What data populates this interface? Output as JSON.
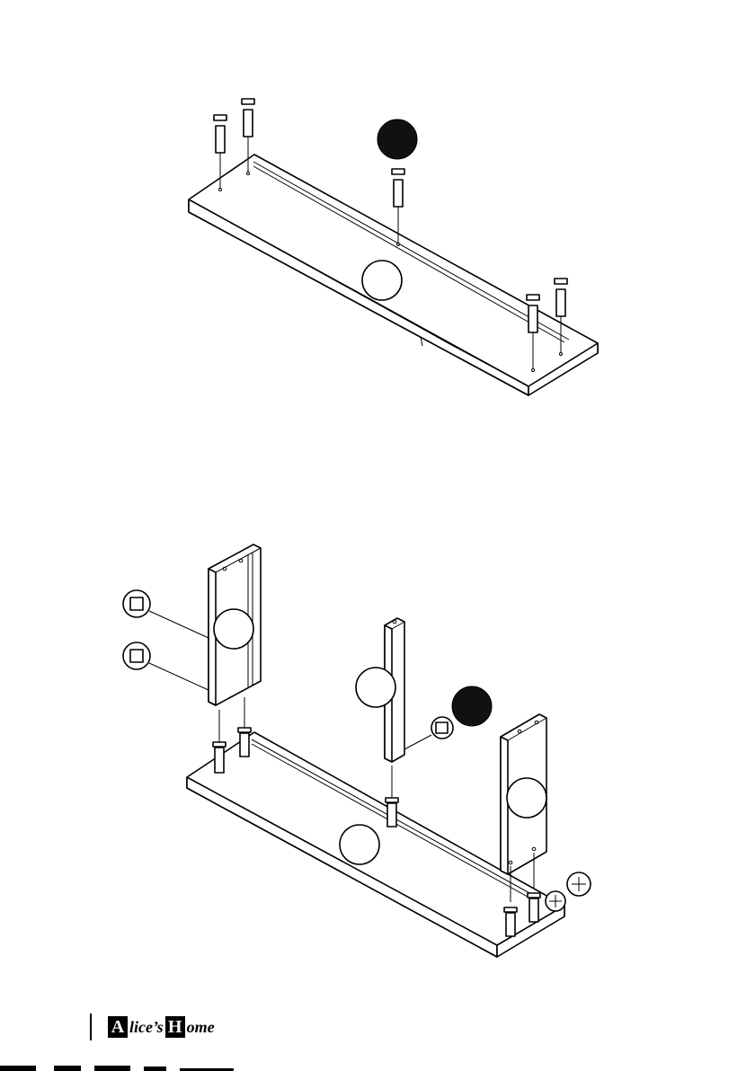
{
  "footer": {
    "brand_part1_initial": "A",
    "brand_part1_rest": "lice’s",
    "brand_part2_initial": "H",
    "brand_part2_rest": "ome"
  }
}
